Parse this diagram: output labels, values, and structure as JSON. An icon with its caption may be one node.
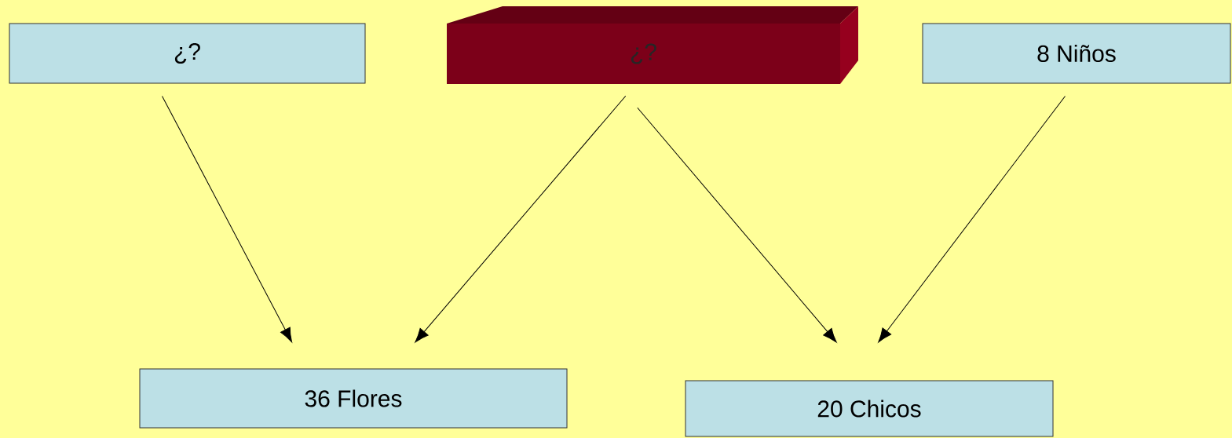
{
  "diagram": {
    "nodes": [
      {
        "text": [
          "¿?"
        ]
      },
      {
        "text": [
          "¿?"
        ]
      },
      {
        "text": [
          "8 Niños"
        ]
      },
      {
        "text": [
          "36 Flores"
        ]
      },
      {
        "text": [
          "20 Chicos"
        ]
      }
    ],
    "edges": [
      {
        "from": 0,
        "to": 3,
        "arrow": "to"
      },
      {
        "from": 1,
        "to": 3,
        "arrow": "to"
      },
      {
        "from": 1,
        "to": 4,
        "arrow": "to"
      },
      {
        "from": 2,
        "to": 4,
        "arrow": "to"
      }
    ]
  }
}
